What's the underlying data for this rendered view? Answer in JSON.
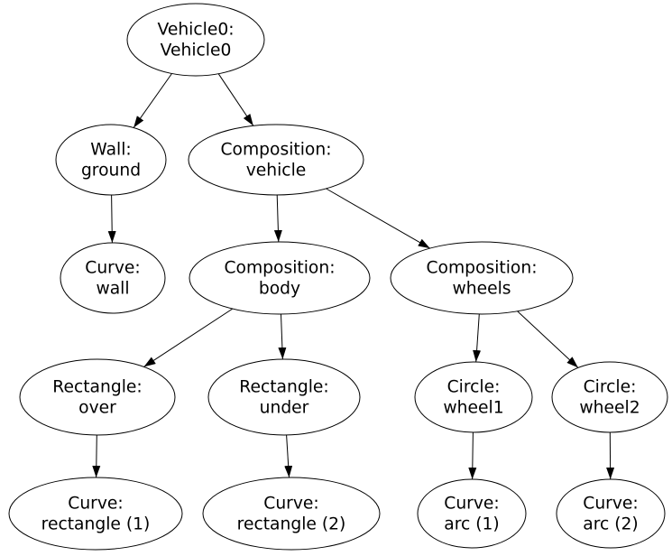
{
  "diagram": {
    "type": "directed-tree-graph",
    "background_color": "#ffffff",
    "node_fill": "#ffffff",
    "node_stroke": "#000000",
    "edge_color": "#000000",
    "text_color": "#000000",
    "nodes": [
      {
        "id": "vehicle0",
        "lines": [
          "Vehicle0:",
          "Vehicle0"
        ]
      },
      {
        "id": "wall-ground",
        "lines": [
          "Wall:",
          "ground"
        ]
      },
      {
        "id": "composition-vehicle",
        "lines": [
          "Composition:",
          "vehicle"
        ]
      },
      {
        "id": "curve-wall",
        "lines": [
          "Curve:",
          "wall"
        ]
      },
      {
        "id": "composition-body",
        "lines": [
          "Composition:",
          "body"
        ]
      },
      {
        "id": "composition-wheels",
        "lines": [
          "Composition:",
          "wheels"
        ]
      },
      {
        "id": "rectangle-over",
        "lines": [
          "Rectangle:",
          "over"
        ]
      },
      {
        "id": "rectangle-under",
        "lines": [
          "Rectangle:",
          "under"
        ]
      },
      {
        "id": "circle-wheel1",
        "lines": [
          "Circle:",
          "wheel1"
        ]
      },
      {
        "id": "circle-wheel2",
        "lines": [
          "Circle:",
          "wheel2"
        ]
      },
      {
        "id": "curve-rectangle-1",
        "lines": [
          "Curve:",
          "rectangle (1)"
        ]
      },
      {
        "id": "curve-rectangle-2",
        "lines": [
          "Curve:",
          "rectangle (2)"
        ]
      },
      {
        "id": "curve-arc-1",
        "lines": [
          "Curve:",
          "arc (1)"
        ]
      },
      {
        "id": "curve-arc-2",
        "lines": [
          "Curve:",
          "arc (2)"
        ]
      }
    ],
    "edges": [
      {
        "from": "vehicle0",
        "to": "wall-ground"
      },
      {
        "from": "vehicle0",
        "to": "composition-vehicle"
      },
      {
        "from": "wall-ground",
        "to": "curve-wall"
      },
      {
        "from": "composition-vehicle",
        "to": "composition-body"
      },
      {
        "from": "composition-vehicle",
        "to": "composition-wheels"
      },
      {
        "from": "composition-body",
        "to": "rectangle-over"
      },
      {
        "from": "composition-body",
        "to": "rectangle-under"
      },
      {
        "from": "composition-wheels",
        "to": "circle-wheel1"
      },
      {
        "from": "composition-wheels",
        "to": "circle-wheel2"
      },
      {
        "from": "rectangle-over",
        "to": "curve-rectangle-1"
      },
      {
        "from": "rectangle-under",
        "to": "curve-rectangle-2"
      },
      {
        "from": "circle-wheel1",
        "to": "curve-arc-1"
      },
      {
        "from": "circle-wheel2",
        "to": "curve-arc-2"
      }
    ]
  }
}
